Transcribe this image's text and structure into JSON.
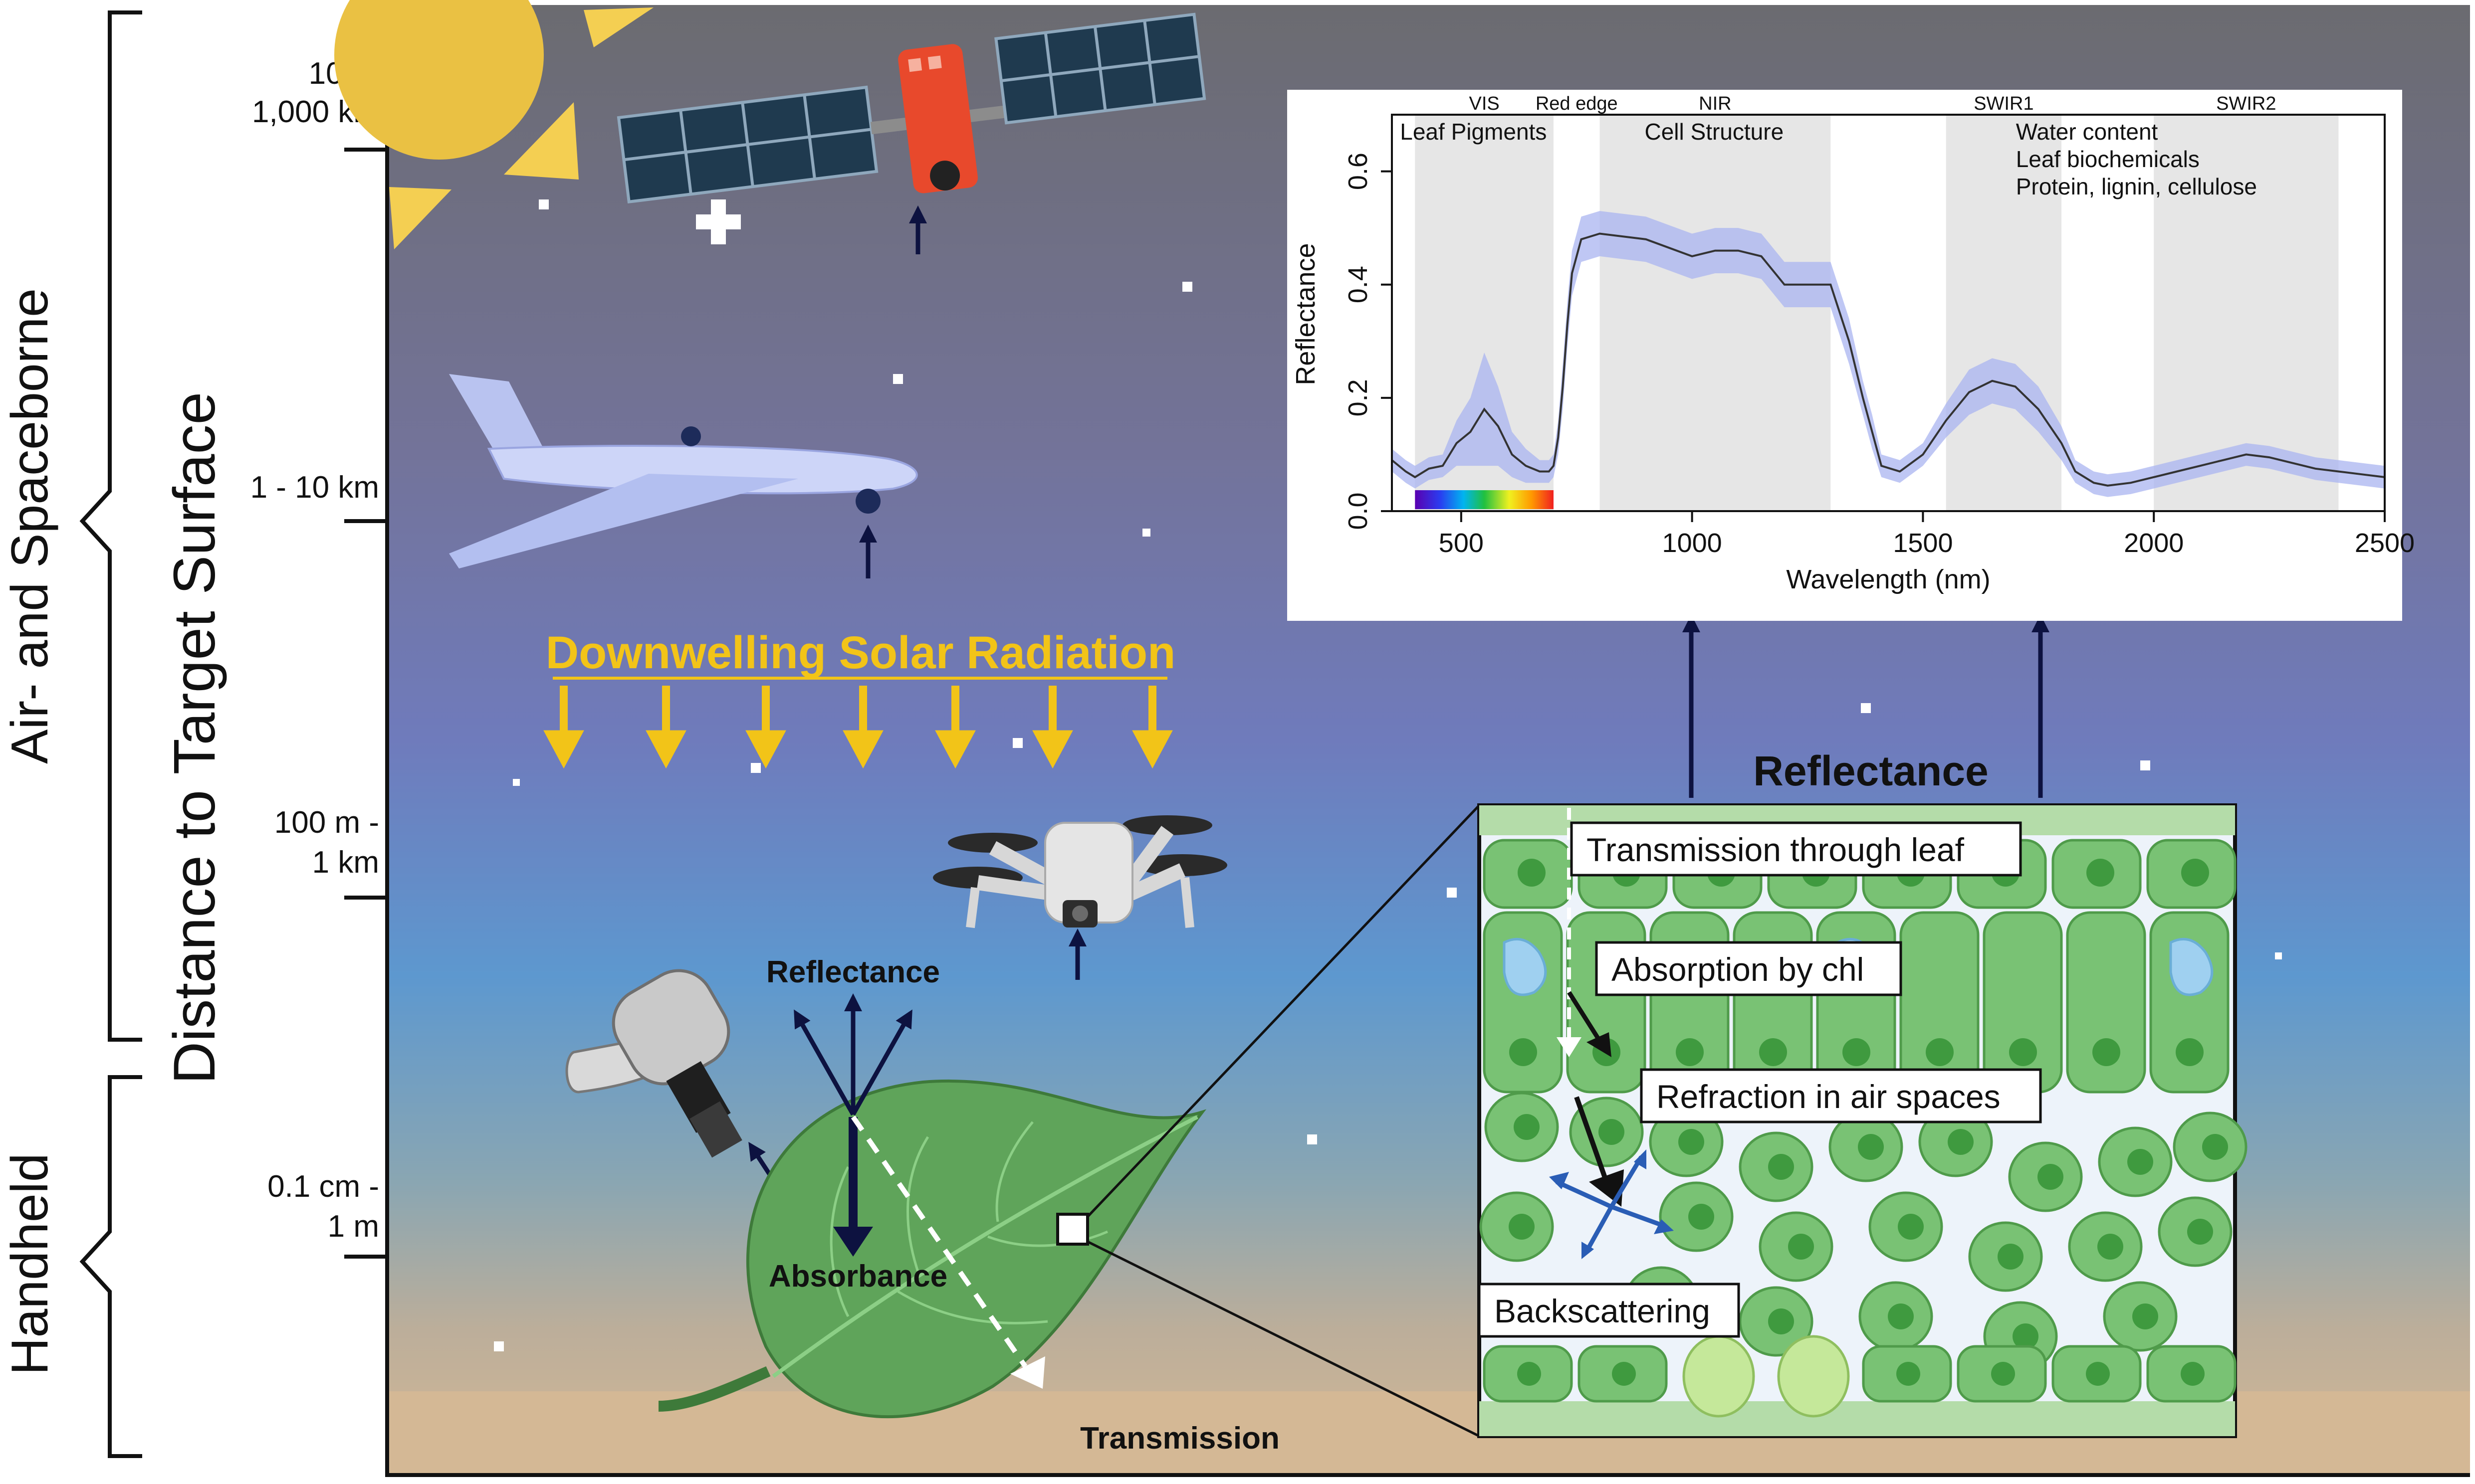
{
  "left_labels": {
    "airborne": "Air- and Spaceborne",
    "handheld": "Handheld",
    "axis_title": "Distance to Target Surface"
  },
  "scale_ticks": [
    {
      "line1": "100 -",
      "line2": "1,000 km"
    },
    {
      "line1": "1 - 10 km",
      "line2": ""
    },
    {
      "line1": "100 m -",
      "line2": "1 km"
    },
    {
      "line1": "0.1 cm -",
      "line2": "1 m"
    }
  ],
  "scene": {
    "solar_label": "Downwelling Solar Radiation",
    "leaf_reflectance": "Reflectance",
    "leaf_absorbance": "Absorbance",
    "leaf_transmission": "Transmission",
    "inset_title": "Reflectance"
  },
  "cell_panel": {
    "transmission": "Transmission through leaf",
    "absorption": "Absorption by chl",
    "refraction": "Refraction in air spaces",
    "backscatter": "Backscattering"
  },
  "chart_data": {
    "type": "line",
    "xlabel": "Wavelength (nm)",
    "ylabel": "Reflectance",
    "xlim": [
      350,
      2500
    ],
    "ylim": [
      0,
      0.7
    ],
    "xticks": [
      "500",
      "1000",
      "1500",
      "2000",
      "2500"
    ],
    "yticks": [
      "0.0",
      "0.2",
      "0.4",
      "0.6"
    ],
    "regions": [
      {
        "name": "VIS",
        "range": [
          400,
          700
        ],
        "shaded": true,
        "description": "Leaf Pigments"
      },
      {
        "name": "Red edge",
        "range": [
          700,
          800
        ],
        "shaded": false,
        "description": ""
      },
      {
        "name": "NIR",
        "range": [
          800,
          1300
        ],
        "shaded": true,
        "description": "Cell Structure"
      },
      {
        "name": "SWIR1",
        "range": [
          1550,
          1800
        ],
        "shaded": true,
        "description": "Water content\nLeaf biochemicals\nProtein, lignin, cellulose"
      },
      {
        "name": "SWIR2",
        "range": [
          2000,
          2400
        ],
        "shaded": true,
        "description": ""
      }
    ],
    "x": [
      350,
      380,
      400,
      430,
      460,
      490,
      520,
      550,
      580,
      610,
      640,
      670,
      690,
      700,
      710,
      720,
      730,
      740,
      760,
      800,
      900,
      1000,
      1050,
      1100,
      1150,
      1200,
      1250,
      1300,
      1340,
      1370,
      1390,
      1410,
      1450,
      1500,
      1550,
      1600,
      1650,
      1700,
      1750,
      1800,
      1830,
      1870,
      1900,
      1950,
      2000,
      2050,
      2100,
      2150,
      2200,
      2250,
      2300,
      2350,
      2400,
      2450,
      2500
    ],
    "y": [
      0.09,
      0.07,
      0.06,
      0.075,
      0.08,
      0.12,
      0.14,
      0.18,
      0.15,
      0.1,
      0.08,
      0.07,
      0.07,
      0.08,
      0.13,
      0.22,
      0.33,
      0.42,
      0.48,
      0.49,
      0.48,
      0.45,
      0.46,
      0.46,
      0.45,
      0.4,
      0.4,
      0.4,
      0.3,
      0.2,
      0.14,
      0.08,
      0.07,
      0.1,
      0.16,
      0.21,
      0.23,
      0.22,
      0.18,
      0.12,
      0.07,
      0.05,
      0.045,
      0.05,
      0.06,
      0.07,
      0.08,
      0.09,
      0.1,
      0.095,
      0.085,
      0.075,
      0.07,
      0.065,
      0.06
    ],
    "band": [
      0.02,
      0.02,
      0.02,
      0.02,
      0.02,
      0.04,
      0.06,
      0.1,
      0.07,
      0.04,
      0.03,
      0.02,
      0.02,
      0.02,
      0.03,
      0.04,
      0.04,
      0.04,
      0.04,
      0.04,
      0.04,
      0.04,
      0.04,
      0.04,
      0.04,
      0.04,
      0.04,
      0.04,
      0.04,
      0.03,
      0.03,
      0.02,
      0.02,
      0.02,
      0.03,
      0.04,
      0.04,
      0.04,
      0.04,
      0.03,
      0.02,
      0.02,
      0.02,
      0.02,
      0.02,
      0.02,
      0.02,
      0.02,
      0.02,
      0.02,
      0.02,
      0.02,
      0.02,
      0.02,
      0.02
    ]
  },
  "colors": {
    "sky_top": "#6b6b70",
    "sky_mid": "#7478a8",
    "sky_blue": "#5b9bd0",
    "ground": "#d4b895",
    "solar": "#f2c418",
    "leaf": "#5fa45a",
    "cell": "#79c274",
    "band": "#a9b4f0",
    "line": "#333333"
  }
}
